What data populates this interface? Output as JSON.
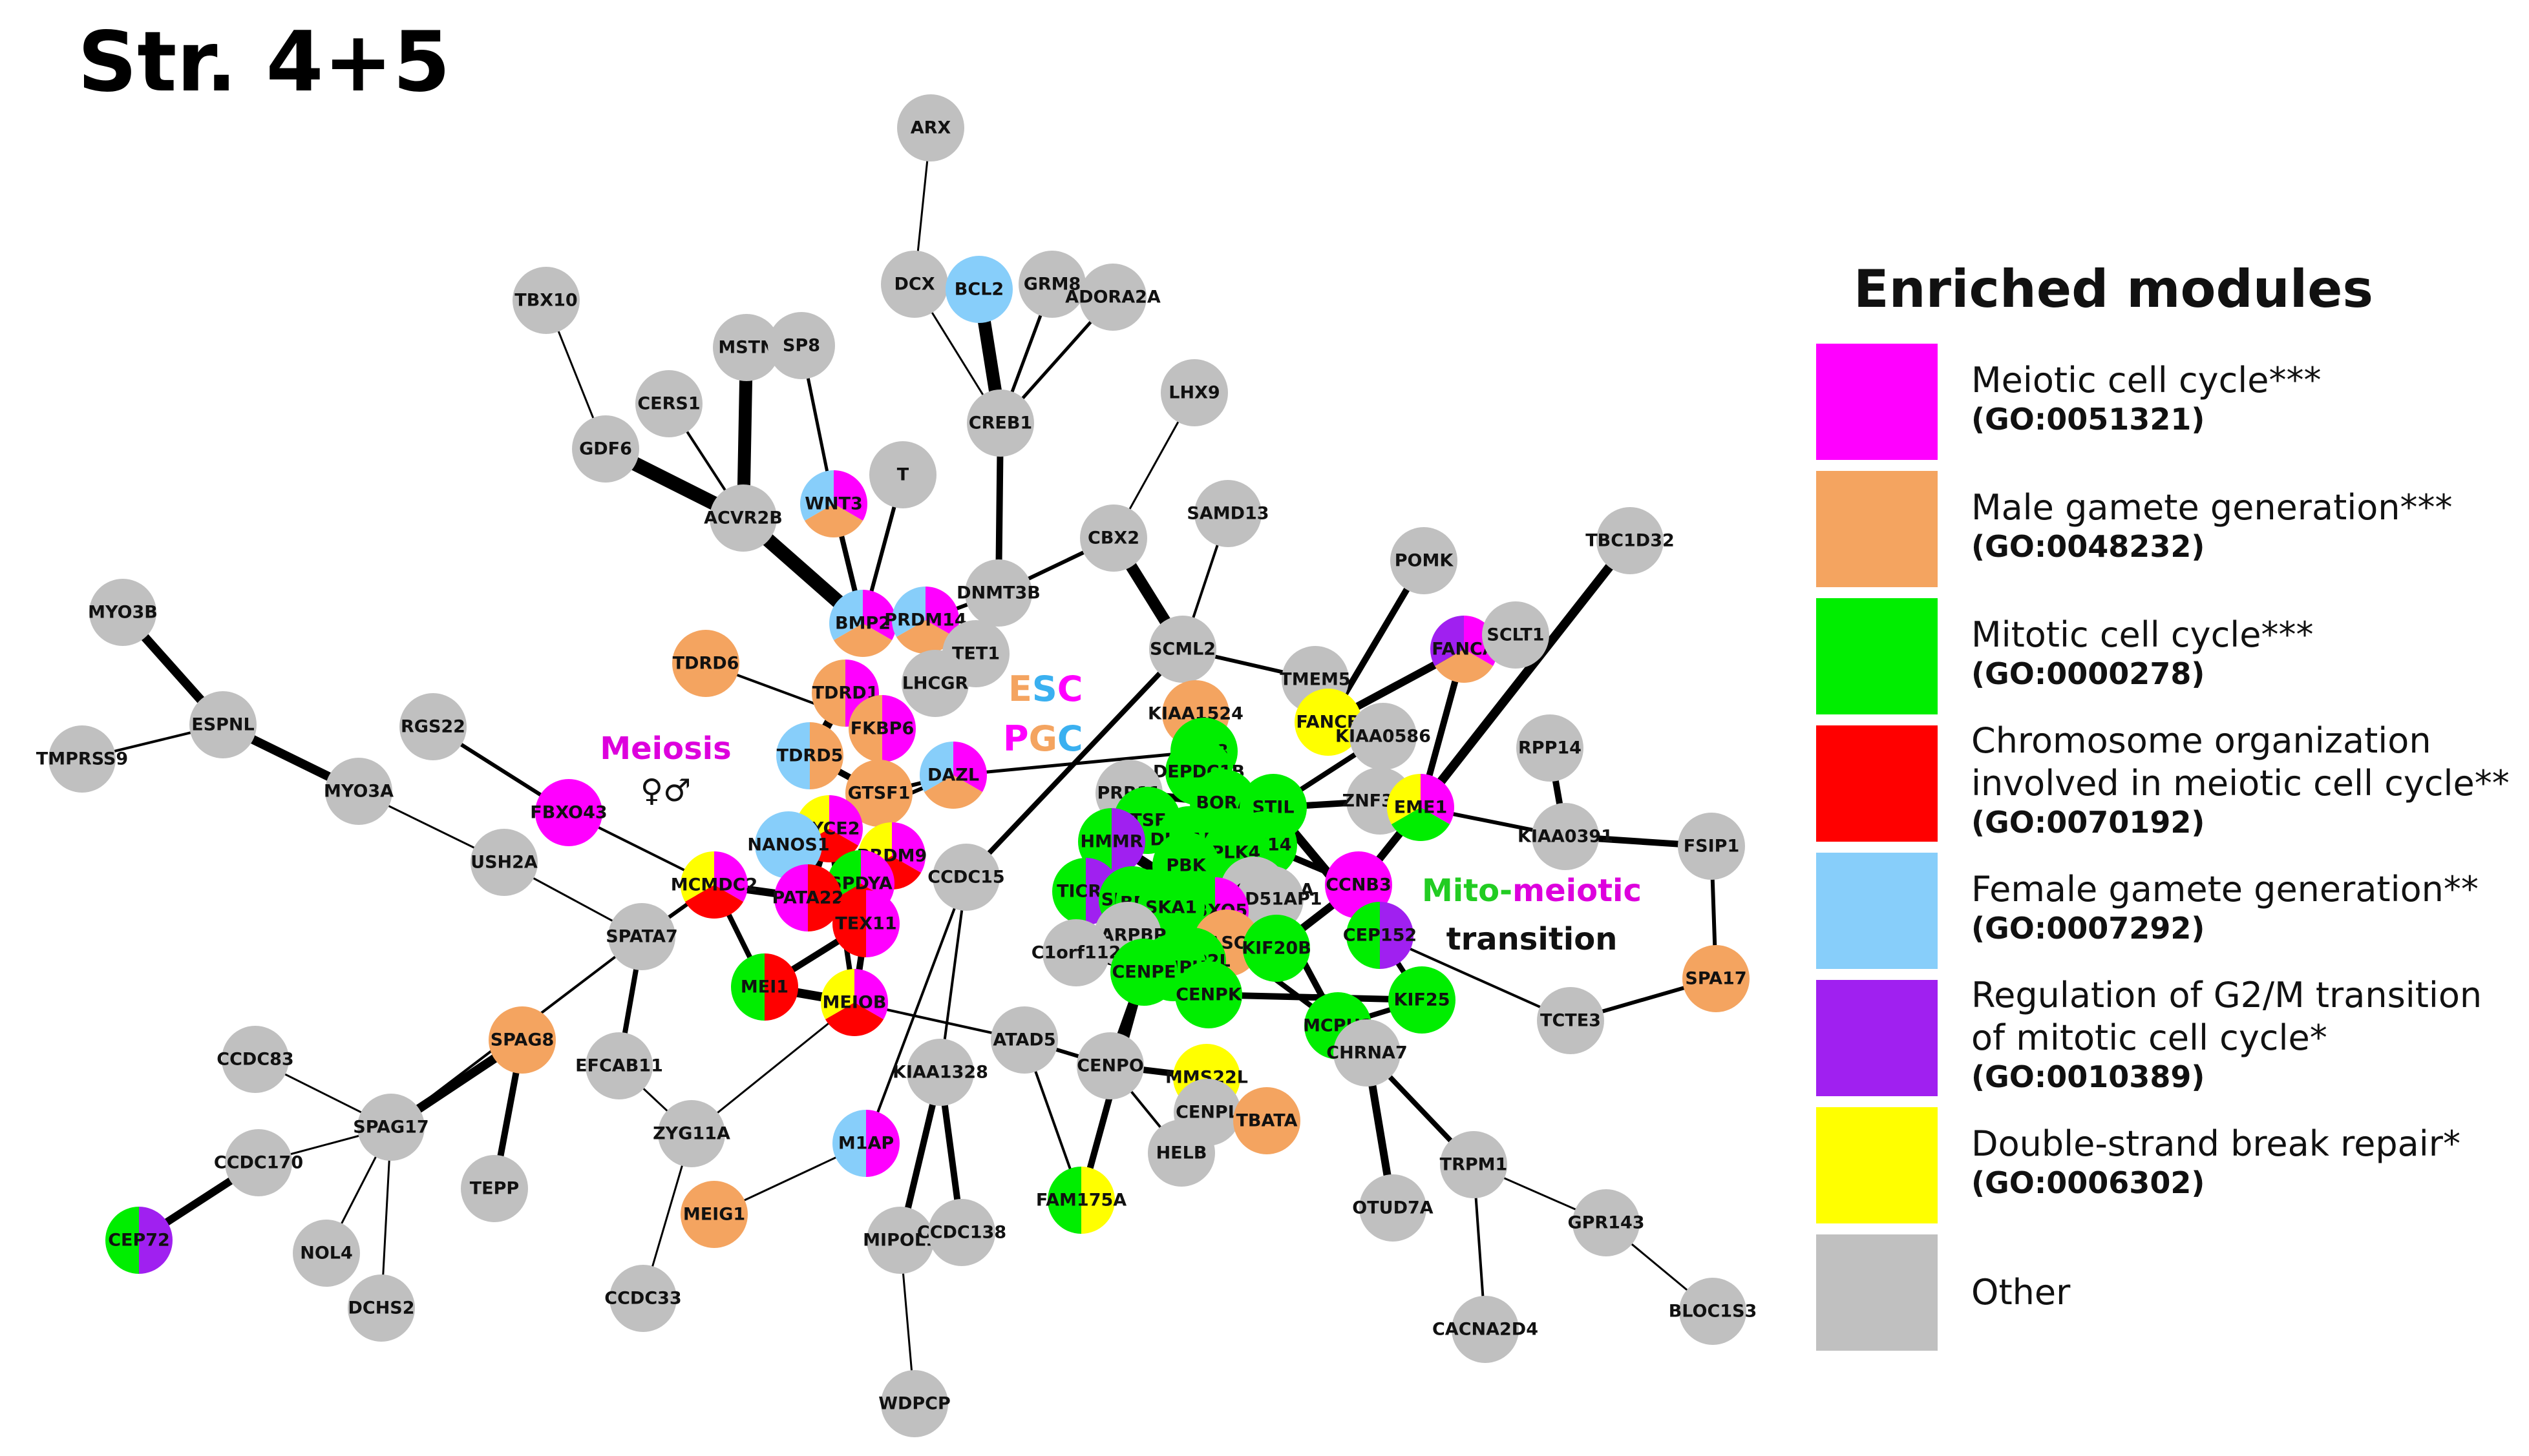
{
  "title": "Str. 4+5",
  "colors": {
    "meiotic": "#ff00ff",
    "male": "#f4a460",
    "mitotic": "#00ee00",
    "chromosome": "#ff0000",
    "female": "#87cefa",
    "g2m": "#a020f0",
    "dsb": "#ffff00",
    "other": "#c0c0c0",
    "edge": "#000000"
  },
  "annotations": {
    "meiosis": "Meiosis",
    "meiosis_symbols": "♀♂",
    "esc_e": "E",
    "esc_s": "S",
    "esc_c": "C",
    "pgc_p": "P",
    "pgc_g": "G",
    "pgc_c": "C",
    "mito": "Mito-",
    "meiotic": "meiotic",
    "transition": "transition"
  },
  "legend": {
    "title": "Enriched modules",
    "items": [
      {
        "key": "meiotic",
        "lines": [
          "Meiotic cell cycle***"
        ],
        "go": "(GO:0051321)"
      },
      {
        "key": "male",
        "lines": [
          "Male gamete generation***"
        ],
        "go": "(GO:0048232)"
      },
      {
        "key": "mitotic",
        "lines": [
          "Mitotic cell cycle***"
        ],
        "go": "(GO:0000278)"
      },
      {
        "key": "chromosome",
        "lines": [
          "Chromosome organization",
          "involved in meiotic cell cycle**"
        ],
        "go": "(GO:0070192)"
      },
      {
        "key": "female",
        "lines": [
          "Female gamete generation**"
        ],
        "go": "(GO:0007292)"
      },
      {
        "key": "g2m",
        "lines": [
          "Regulation of G2/M transition",
          "of mitotic cell cycle*"
        ],
        "go": "(GO:0010389)"
      },
      {
        "key": "dsb",
        "lines": [
          "Double-strand break repair*"
        ],
        "go": "(GO:0006302)"
      },
      {
        "key": "other",
        "lines": [
          "Other"
        ],
        "go": ""
      }
    ]
  },
  "nodes": [
    {
      "id": "ARX",
      "modules": [
        "other"
      ]
    },
    {
      "id": "DCX",
      "modules": [
        "other"
      ]
    },
    {
      "id": "BCL2",
      "modules": [
        "female"
      ]
    },
    {
      "id": "GRM8",
      "modules": [
        "other"
      ]
    },
    {
      "id": "ADORA2A",
      "modules": [
        "other"
      ]
    },
    {
      "id": "TBX10",
      "modules": [
        "other"
      ]
    },
    {
      "id": "MSTN",
      "modules": [
        "other"
      ]
    },
    {
      "id": "SP8",
      "modules": [
        "other"
      ]
    },
    {
      "id": "CERS1",
      "modules": [
        "other"
      ]
    },
    {
      "id": "GDF6",
      "modules": [
        "other"
      ]
    },
    {
      "id": "CREB1",
      "modules": [
        "other"
      ]
    },
    {
      "id": "LHX9",
      "modules": [
        "other"
      ]
    },
    {
      "id": "ACVR2B",
      "modules": [
        "other"
      ]
    },
    {
      "id": "WNT3",
      "modules": [
        "meiotic",
        "male",
        "female"
      ]
    },
    {
      "id": "T",
      "modules": [
        "other"
      ]
    },
    {
      "id": "CBX2",
      "modules": [
        "other"
      ]
    },
    {
      "id": "SAMD13",
      "modules": [
        "other"
      ]
    },
    {
      "id": "TBC1D32",
      "modules": [
        "other"
      ]
    },
    {
      "id": "POMK",
      "modules": [
        "other"
      ]
    },
    {
      "id": "MYO3B",
      "modules": [
        "other"
      ]
    },
    {
      "id": "DNMT3B",
      "modules": [
        "other"
      ]
    },
    {
      "id": "BMP2",
      "modules": [
        "meiotic",
        "male",
        "female"
      ]
    },
    {
      "id": "PRDM14",
      "modules": [
        "meiotic",
        "male",
        "female"
      ]
    },
    {
      "id": "TDRD6",
      "modules": [
        "male"
      ]
    },
    {
      "id": "TET1",
      "modules": [
        "other"
      ]
    },
    {
      "id": "SCML2",
      "modules": [
        "other"
      ]
    },
    {
      "id": "FANCA",
      "modules": [
        "meiotic",
        "male",
        "g2m"
      ]
    },
    {
      "id": "SCLT1",
      "modules": [
        "other"
      ]
    },
    {
      "id": "TMEM5",
      "modules": [
        "other"
      ]
    },
    {
      "id": "TDRD1",
      "modules": [
        "meiotic",
        "male"
      ]
    },
    {
      "id": "LHCGR",
      "modules": [
        "other"
      ]
    },
    {
      "id": "ESPNL",
      "modules": [
        "other"
      ]
    },
    {
      "id": "KIAA1524",
      "modules": [
        "male"
      ]
    },
    {
      "id": "FANCB",
      "modules": [
        "dsb"
      ]
    },
    {
      "id": "RGS22",
      "modules": [
        "other"
      ]
    },
    {
      "id": "FKBP6",
      "modules": [
        "meiotic",
        "male"
      ]
    },
    {
      "id": "KIAA0586",
      "modules": [
        "other"
      ]
    },
    {
      "id": "RPP14",
      "modules": [
        "other"
      ]
    },
    {
      "id": "TMPRSS9",
      "modules": [
        "other"
      ]
    },
    {
      "id": "TDRD5",
      "modules": [
        "male",
        "female"
      ]
    },
    {
      "id": "E2F8",
      "modules": [
        "mitotic"
      ]
    },
    {
      "id": "DEPDC1B",
      "modules": [
        "mitotic"
      ]
    },
    {
      "id": "MYO3A",
      "modules": [
        "other"
      ]
    },
    {
      "id": "DAZL",
      "modules": [
        "meiotic",
        "male",
        "female"
      ]
    },
    {
      "id": "GTSF1",
      "modules": [
        "male"
      ]
    },
    {
      "id": "PRR11",
      "modules": [
        "other"
      ]
    },
    {
      "id": "BORA",
      "modules": [
        "mitotic"
      ]
    },
    {
      "id": "STIL",
      "modules": [
        "mitotic"
      ]
    },
    {
      "id": "ZNF367",
      "modules": [
        "other"
      ]
    },
    {
      "id": "EME1",
      "modules": [
        "meiotic",
        "mitotic",
        "dsb"
      ]
    },
    {
      "id": "FBXO43",
      "modules": [
        "meiotic"
      ]
    },
    {
      "id": "KIAA0391",
      "modules": [
        "other"
      ]
    },
    {
      "id": "FSIP1",
      "modules": [
        "other"
      ]
    },
    {
      "id": "GTSE1",
      "modules": [
        "mitotic"
      ]
    },
    {
      "id": "SYCE2",
      "modules": [
        "meiotic",
        "chromosome",
        "dsb"
      ]
    },
    {
      "id": "NANOS1",
      "modules": [
        "female"
      ]
    },
    {
      "id": "HMMR",
      "modules": [
        "g2m",
        "mitotic"
      ]
    },
    {
      "id": "DLGAP5",
      "modules": [
        "mitotic"
      ]
    },
    {
      "id": "USH2A",
      "modules": [
        "other"
      ]
    },
    {
      "id": "KIF14",
      "modules": [
        "mitotic"
      ]
    },
    {
      "id": "PRDM9",
      "modules": [
        "meiotic",
        "chromosome",
        "dsb"
      ]
    },
    {
      "id": "PLK4",
      "modules": [
        "mitotic"
      ]
    },
    {
      "id": "CCNB3",
      "modules": [
        "meiotic"
      ]
    },
    {
      "id": "PBK",
      "modules": [
        "mitotic"
      ]
    },
    {
      "id": "MCMDC2",
      "modules": [
        "meiotic",
        "chromosome",
        "dsb"
      ]
    },
    {
      "id": "SPDYA",
      "modules": [
        "meiotic",
        "chromosome",
        "mitotic"
      ]
    },
    {
      "id": "ARHGAP11A",
      "modules": [
        "other"
      ]
    },
    {
      "id": "CCDC15",
      "modules": [
        "other"
      ]
    },
    {
      "id": "RAD51AP1",
      "modules": [
        "other"
      ]
    },
    {
      "id": "TICRR",
      "modules": [
        "g2m",
        "mitotic"
      ]
    },
    {
      "id": "PATA22",
      "modules": [
        "chromosome",
        "meiotic"
      ]
    },
    {
      "id": "SPC24",
      "modules": [
        "mitotic"
      ]
    },
    {
      "id": "BRIP1",
      "modules": [
        "mitotic"
      ]
    },
    {
      "id": "FBXO5",
      "modules": [
        "meiotic",
        "mitotic"
      ]
    },
    {
      "id": "TEX11",
      "modules": [
        "meiotic",
        "chromosome"
      ]
    },
    {
      "id": "SKA1",
      "modules": [
        "mitotic"
      ]
    },
    {
      "id": "CEP152",
      "modules": [
        "g2m",
        "mitotic"
      ]
    },
    {
      "id": "PARPBP",
      "modules": [
        "other"
      ]
    },
    {
      "id": "CASC5",
      "modules": [
        "male"
      ]
    },
    {
      "id": "SPATA7",
      "modules": [
        "other"
      ]
    },
    {
      "id": "C1orf112",
      "modules": [
        "other"
      ]
    },
    {
      "id": "KIF20B",
      "modules": [
        "mitotic"
      ]
    },
    {
      "id": "CKAP2L",
      "modules": [
        "mitotic"
      ]
    },
    {
      "id": "CENPH",
      "modules": [
        "mitotic"
      ]
    },
    {
      "id": "CENPE",
      "modules": [
        "mitotic"
      ]
    },
    {
      "id": "MEI1",
      "modules": [
        "chromosome",
        "mitotic"
      ]
    },
    {
      "id": "MEIOB",
      "modules": [
        "meiotic",
        "chromosome",
        "dsb"
      ]
    },
    {
      "id": "SPAG8",
      "modules": [
        "male"
      ]
    },
    {
      "id": "CENPK",
      "modules": [
        "mitotic"
      ]
    },
    {
      "id": "SPA17",
      "modules": [
        "male"
      ]
    },
    {
      "id": "KIF25",
      "modules": [
        "mitotic"
      ]
    },
    {
      "id": "MCPH1",
      "modules": [
        "mitotic"
      ]
    },
    {
      "id": "TCTE3",
      "modules": [
        "other"
      ]
    },
    {
      "id": "ATAD5",
      "modules": [
        "other"
      ]
    },
    {
      "id": "CCDC83",
      "modules": [
        "other"
      ]
    },
    {
      "id": "EFCAB11",
      "modules": [
        "other"
      ]
    },
    {
      "id": "CHRNA7",
      "modules": [
        "other"
      ]
    },
    {
      "id": "KIAA1328",
      "modules": [
        "other"
      ]
    },
    {
      "id": "CENPO",
      "modules": [
        "other"
      ]
    },
    {
      "id": "MMS22L",
      "modules": [
        "dsb"
      ]
    },
    {
      "id": "SPAG17",
      "modules": [
        "other"
      ]
    },
    {
      "id": "ZYG11A",
      "modules": [
        "other"
      ]
    },
    {
      "id": "M1AP",
      "modules": [
        "meiotic",
        "female"
      ]
    },
    {
      "id": "CENPL",
      "modules": [
        "other"
      ]
    },
    {
      "id": "TBATA",
      "modules": [
        "male"
      ]
    },
    {
      "id": "CCDC170",
      "modules": [
        "other"
      ]
    },
    {
      "id": "HELB",
      "modules": [
        "other"
      ]
    },
    {
      "id": "TRPM1",
      "modules": [
        "other"
      ]
    },
    {
      "id": "TEPP",
      "modules": [
        "other"
      ]
    },
    {
      "id": "FAM175A",
      "modules": [
        "dsb",
        "mitotic"
      ]
    },
    {
      "id": "OTUD7A",
      "modules": [
        "other"
      ]
    },
    {
      "id": "GPR143",
      "modules": [
        "other"
      ]
    },
    {
      "id": "MEIG1",
      "modules": [
        "male"
      ]
    },
    {
      "id": "CEP72",
      "modules": [
        "g2m",
        "mitotic"
      ]
    },
    {
      "id": "NOL4",
      "modules": [
        "other"
      ]
    },
    {
      "id": "MIPOL1",
      "modules": [
        "other"
      ]
    },
    {
      "id": "CCDC138",
      "modules": [
        "other"
      ]
    },
    {
      "id": "DCHS2",
      "modules": [
        "other"
      ]
    },
    {
      "id": "CCDC33",
      "modules": [
        "other"
      ]
    },
    {
      "id": "CACNA2D4",
      "modules": [
        "other"
      ]
    },
    {
      "id": "BLOC1S3",
      "modules": [
        "other"
      ]
    },
    {
      "id": "WDPCP",
      "modules": [
        "other"
      ]
    }
  ]
}
